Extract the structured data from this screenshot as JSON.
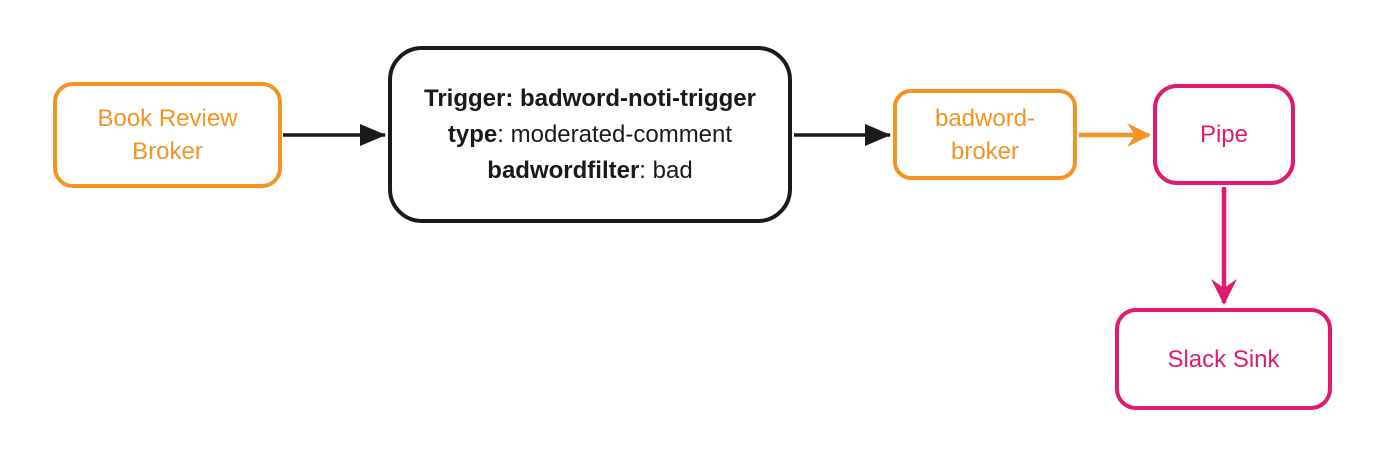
{
  "diagram": {
    "type": "event-flow",
    "colors": {
      "orange": "#F39422",
      "pink": "#E01A6E",
      "ink": "#1A1A1A"
    },
    "nodes": {
      "book_review_broker": {
        "label": "Book Review Broker",
        "color": "#F39422"
      },
      "trigger": {
        "line1": "Trigger: badword-noti-trigger",
        "line2_key": "type",
        "line2_rest": ": moderated-comment",
        "line3_key": "badwordfilter",
        "line3_rest": ": bad",
        "color": "#1A1A1A"
      },
      "badword_broker": {
        "label": "badword-broker",
        "color": "#F39422"
      },
      "pipe": {
        "label": "Pipe",
        "color": "#E01A6E"
      },
      "slack_sink": {
        "label": "Slack Sink",
        "color": "#E01A6E"
      }
    },
    "edges": [
      {
        "from": "book_review_broker",
        "to": "trigger",
        "color": "#1A1A1A",
        "head": "triangle"
      },
      {
        "from": "trigger",
        "to": "badword_broker",
        "color": "#1A1A1A",
        "head": "triangle"
      },
      {
        "from": "badword_broker",
        "to": "pipe",
        "color": "#F39422",
        "head": "chevron"
      },
      {
        "from": "pipe",
        "to": "slack_sink",
        "color": "#E01A6E",
        "head": "chevron"
      }
    ]
  }
}
